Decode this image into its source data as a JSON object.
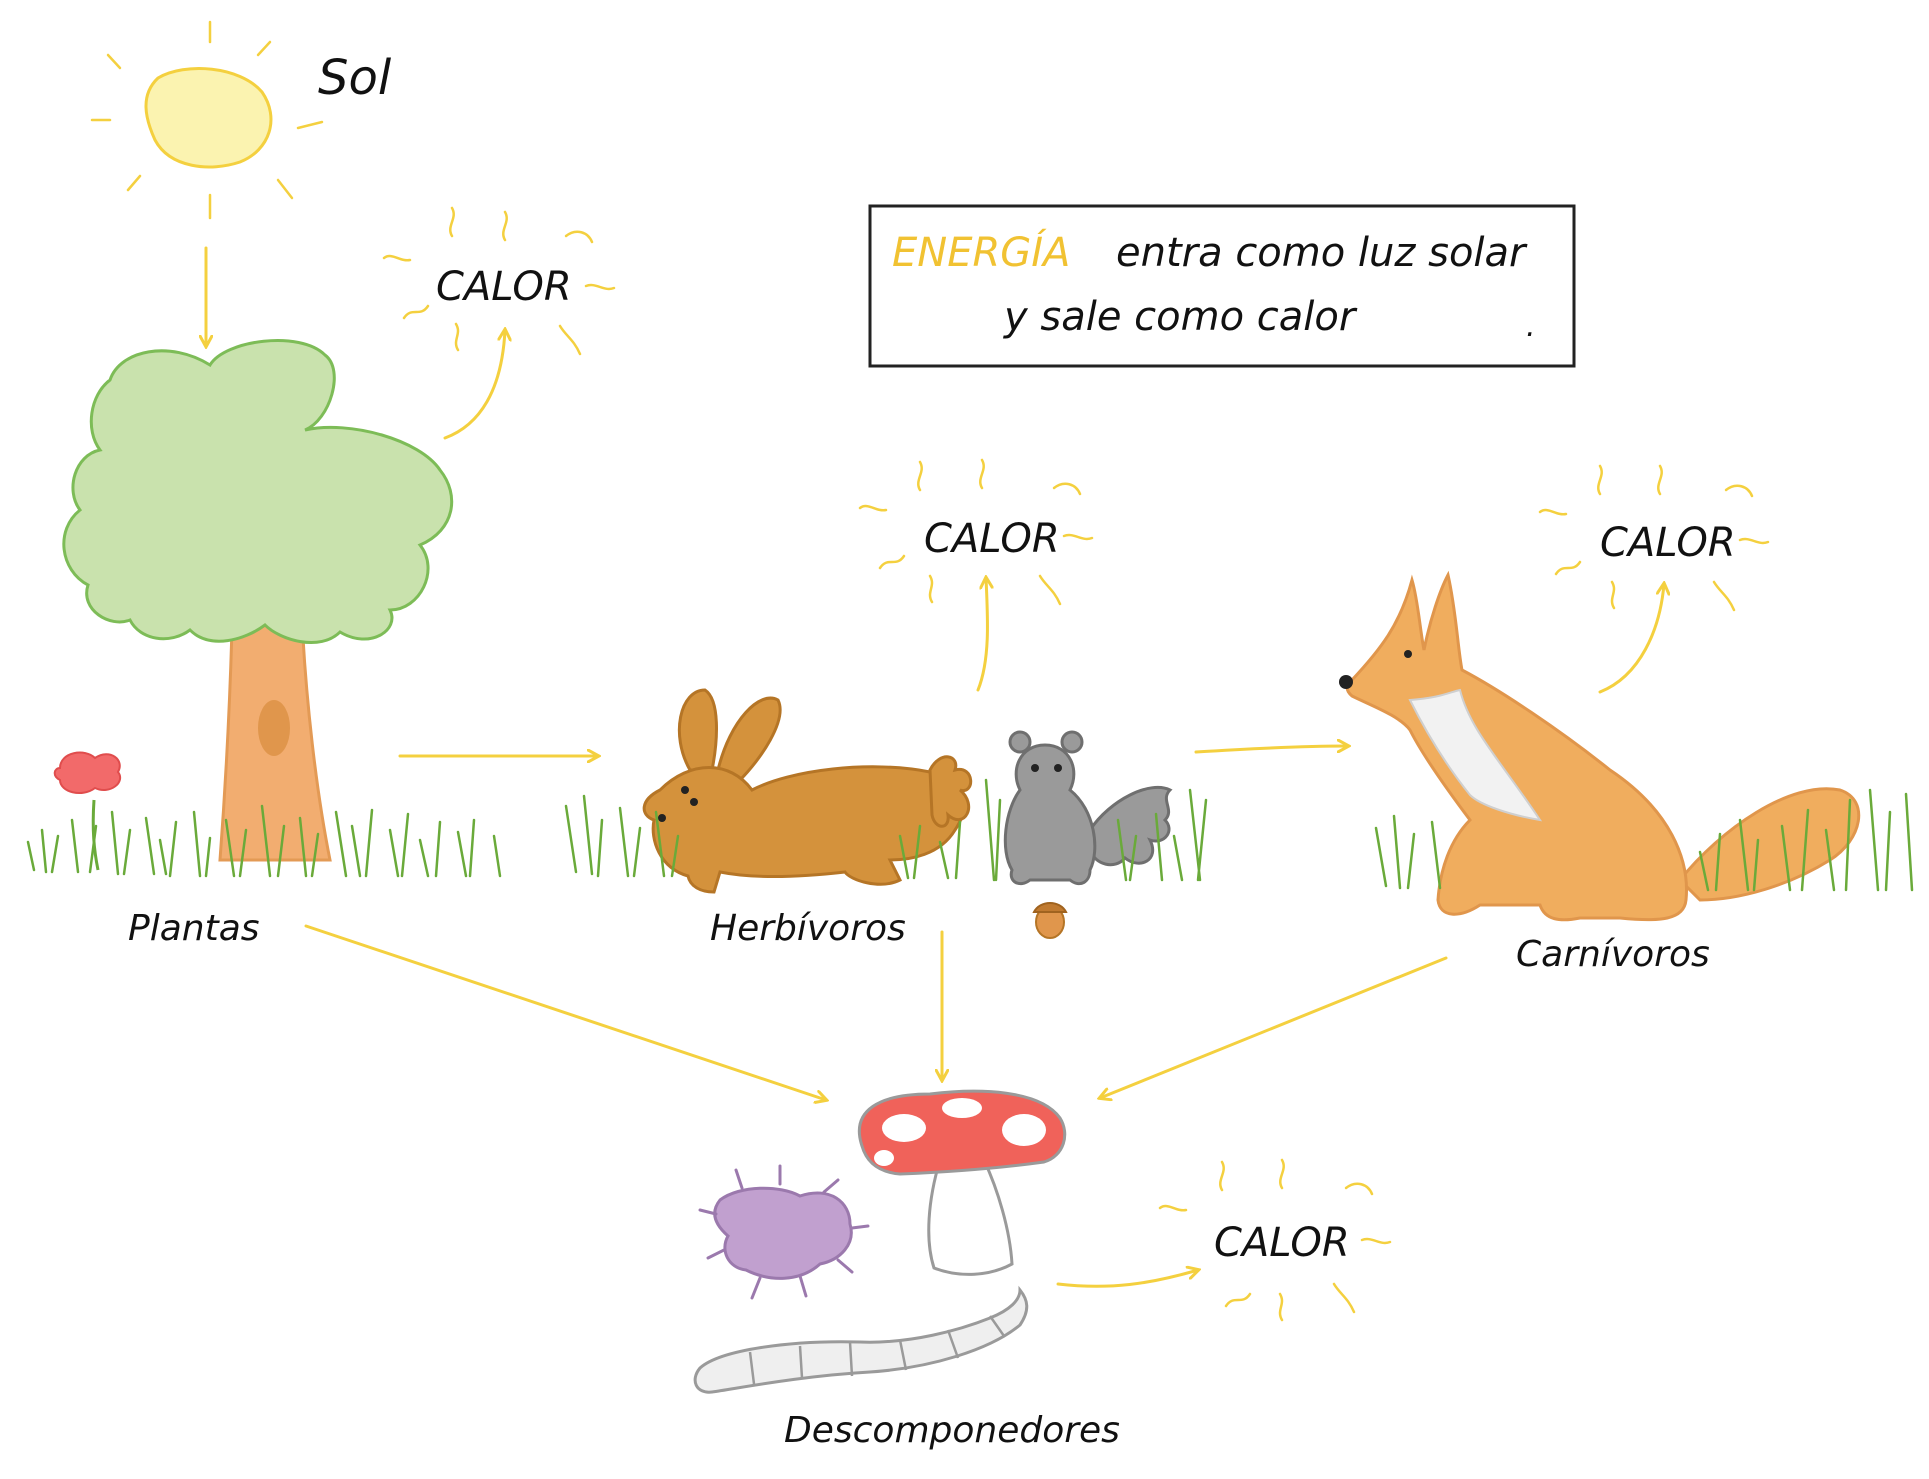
{
  "colors": {
    "energy_accent": "#f1c232",
    "arrow": "#f4d03f",
    "sun_fill": "#fbf3b0",
    "tree_crown": "#c9e2ad",
    "tree_trunk": "#f2ad70",
    "rabbit": "#d4923c",
    "fox": "#f0ad5e",
    "squirrel": "#9a9a9a",
    "mushroom_cap": "#f0625a",
    "bug": "#c1a0cf",
    "grass": "#6aaa3a"
  },
  "labels": {
    "sun": "Sol",
    "plants": "Plantas",
    "herbivores": "Herbívoros",
    "carnivores": "Carnívoros",
    "decomposers": "Descomponedores"
  },
  "heat": {
    "plants": "CALOR",
    "herbivores": "CALOR",
    "carnivores": "CALOR",
    "decomposers": "CALOR"
  },
  "energy_note": {
    "highlight": "ENERGÍA",
    "line1_rest": "entra como luz solar",
    "line2": "y sale como calor",
    "trailing": "."
  }
}
